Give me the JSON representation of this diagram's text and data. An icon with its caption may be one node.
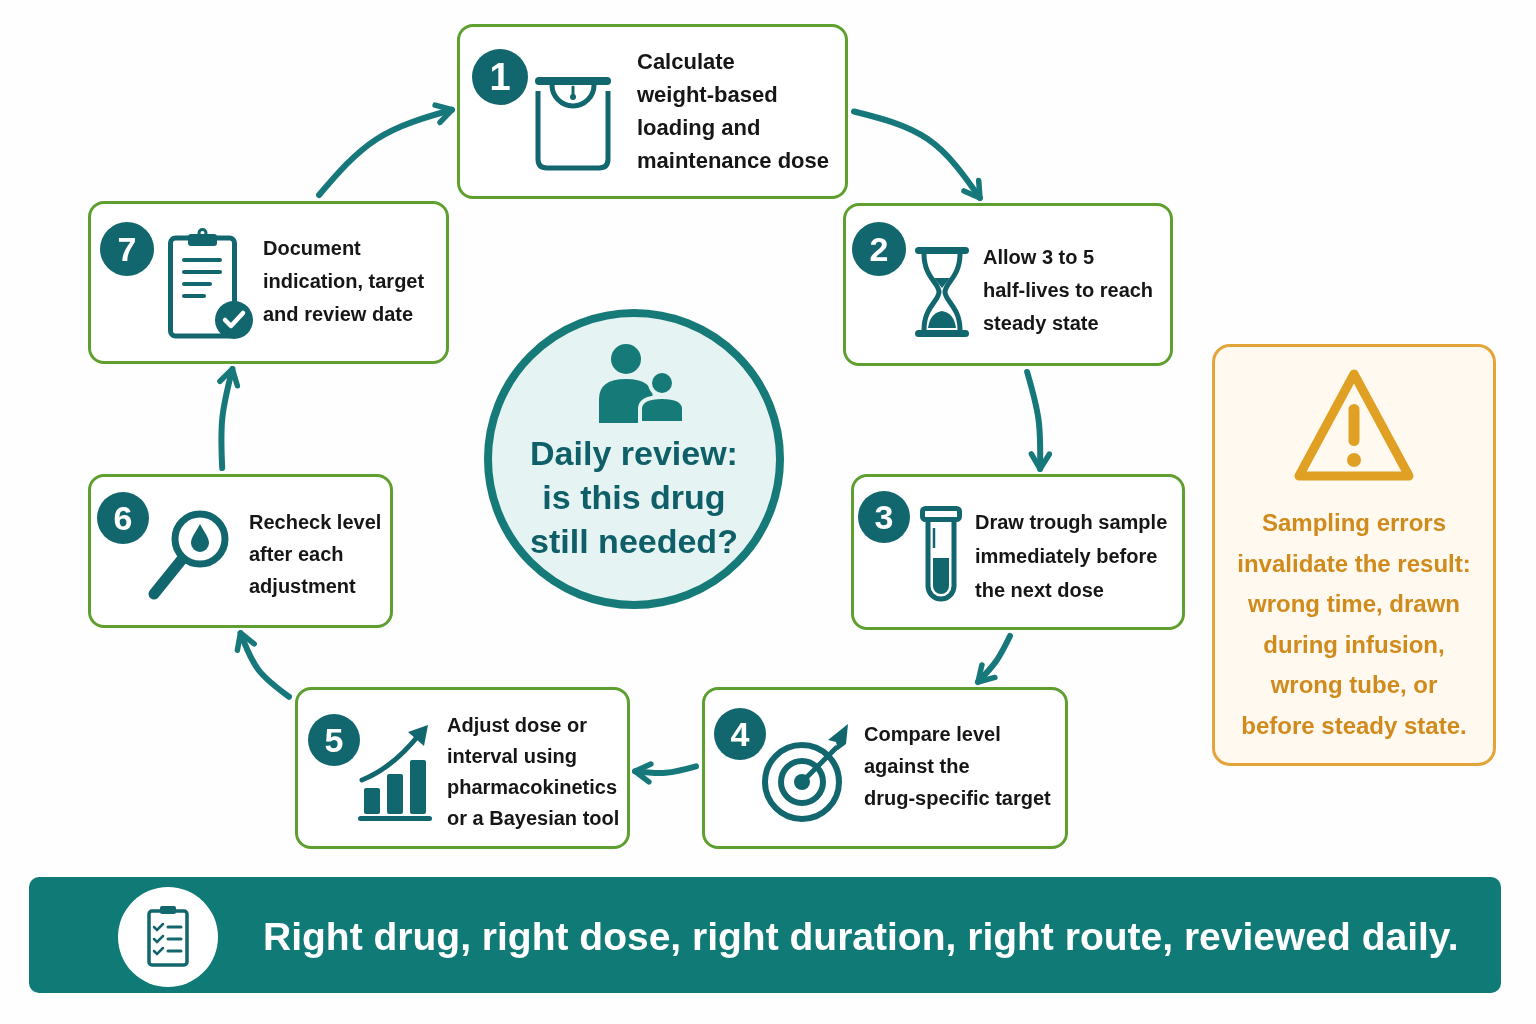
{
  "diagram": {
    "nodes": [
      {
        "text": [
          "1",
          "Calculate weight-based loading and maintenance dose"
        ]
      },
      {
        "text": [
          "2",
          "Allow 3 to 5 half-lives to reach steady state"
        ]
      },
      {
        "text": [
          "3",
          "Draw trough sample immediately before the next dose"
        ]
      },
      {
        "text": [
          "4",
          "Compare level against the drug-specific target"
        ]
      },
      {
        "text": [
          "5",
          "Adjust dose or interval using pharmacokinetics or a Bayesian tool"
        ]
      },
      {
        "text": [
          "6",
          "Recheck level after each adjustment"
        ]
      },
      {
        "text": [
          "7",
          "Document indication, target and review date"
        ]
      },
      {
        "text": [
          "Daily review: is this drug still needed?"
        ]
      },
      {
        "text": [
          "Sampling errors invalidate the result: wrong time, drawn during infusion, wrong tube, or before steady state."
        ]
      },
      {
        "text": [
          "Right drug, right dose, right duration, right route, reviewed daily."
        ]
      }
    ],
    "edges": [
      {
        "from": 0,
        "to": 1,
        "arrow": "to"
      },
      {
        "from": 1,
        "to": 2,
        "arrow": "to"
      },
      {
        "from": 2,
        "to": 3,
        "arrow": "to"
      },
      {
        "from": 3,
        "to": 4,
        "arrow": "to"
      },
      {
        "from": 4,
        "to": 5,
        "arrow": "to"
      },
      {
        "from": 5,
        "to": 6,
        "arrow": "to"
      },
      {
        "from": 6,
        "to": 0,
        "arrow": "to"
      }
    ]
  }
}
